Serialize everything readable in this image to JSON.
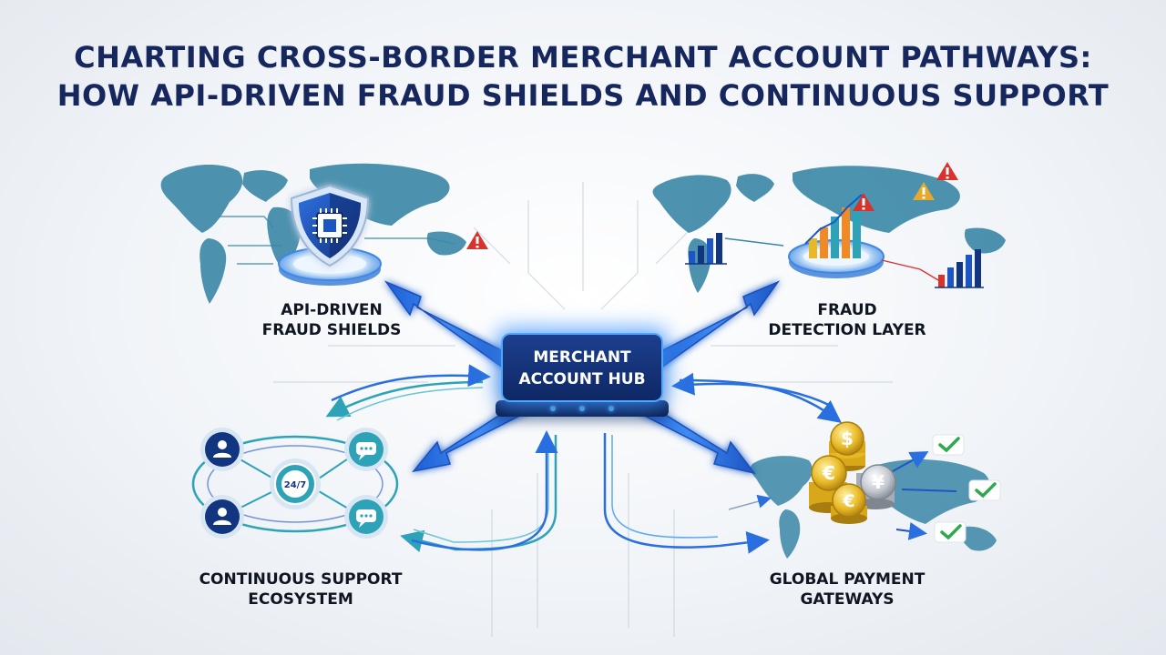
{
  "title": {
    "line1": "CHARTING CROSS-BORDER MERCHANT ACCOUNT PATHWAYS:",
    "line2": "HOW API-DRIVEN FRAUD SHIELDS AND CONTINUOUS SUPPORT"
  },
  "hub": {
    "line1": "MERCHANT",
    "line2": "ACCOUNT HUB"
  },
  "nodes": {
    "fraud_shields": {
      "line1": "API-DRIVEN",
      "line2": "FRAUD SHIELDS"
    },
    "fraud_detection": {
      "line1": "FRAUD",
      "line2": "DETECTION LAYER"
    },
    "support": {
      "line1": "CONTINUOUS SUPPORT",
      "line2": "ECOSYSTEM",
      "badge": "24/7"
    },
    "payments": {
      "line1": "GLOBAL PAYMENT",
      "line2": "GATEWAYS",
      "currency": [
        "$",
        "€",
        "¥",
        "€"
      ]
    }
  },
  "icons": {
    "shield": "shield-chip-icon",
    "warning": "warning-triangle-icon",
    "chart": "bar-chart-icon",
    "user": "user-icon",
    "chat": "chat-bubble-icon",
    "check": "check-mark-icon",
    "coin": "coin-stack-icon",
    "map": "world-map-icon"
  },
  "colors": {
    "title": "#16275e",
    "arrow_blue": "#2a6fe0",
    "glow": "#58aaff",
    "map_teal": "#3a87a6",
    "teal_node": "#2ea3b8",
    "navy": "#123580",
    "warning": "#d8322c",
    "check": "#2fa84f",
    "coin_gold": "#e8b925"
  }
}
